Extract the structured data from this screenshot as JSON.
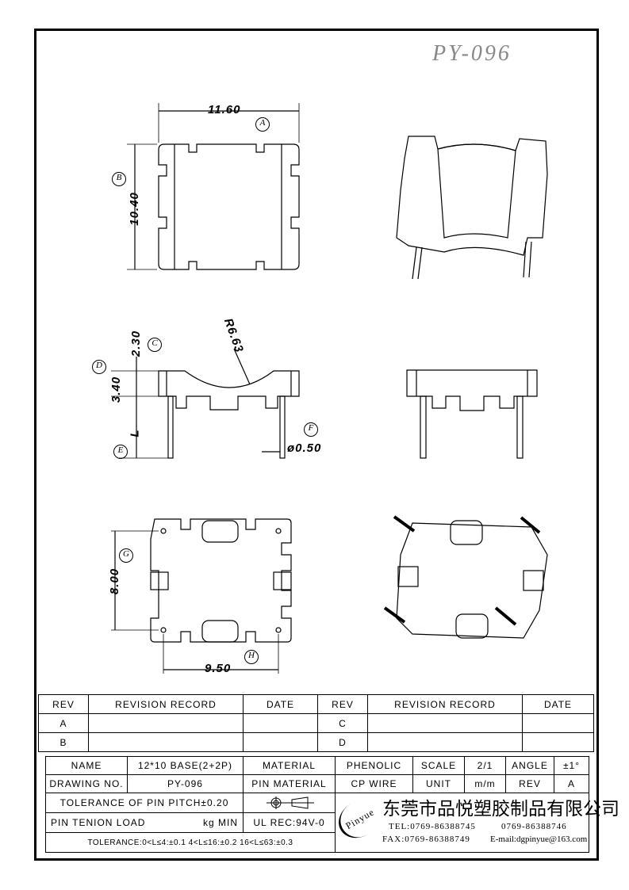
{
  "drawing_title": "PY-096",
  "dimensions": {
    "width": "11.60",
    "height": "10.40",
    "depth_top": "2.30",
    "radius": "R6.63",
    "body_height": "3.40",
    "pin_length": "L",
    "pin_diameter": "ø0.50",
    "pin_pitch_y": "8.00",
    "pin_pitch_x": "9.50"
  },
  "callouts": [
    "A",
    "B",
    "C",
    "D",
    "E",
    "F",
    "G",
    "H"
  ],
  "revision_table": {
    "headers": [
      "REV",
      "REVISION RECORD",
      "DATE",
      "REV",
      "REVISION RECORD",
      "DATE"
    ],
    "rows": [
      [
        "A",
        "",
        "",
        "C",
        "",
        ""
      ],
      [
        "B",
        "",
        "",
        "D",
        "",
        ""
      ]
    ]
  },
  "title_block": {
    "name_label": "NAME",
    "name_value": "12*10 BASE(2+2P)",
    "material_label": "MATERIAL",
    "material_value": "PHENOLIC",
    "scale_label": "SCALE",
    "scale_value": "2/1",
    "angle_label": "ANGLE",
    "angle_value": "±1°",
    "drawing_no_label": "DRAWING NO.",
    "drawing_no_value": "PY-096",
    "pin_material_label": "PIN MATERIAL",
    "pin_material_value": "CP WIRE",
    "unit_label": "UNIT",
    "unit_value": "m/m",
    "rev_label": "REV",
    "rev_value": "A",
    "pin_pitch_tolerance": "TOLERANCE OF PIN PITCH±0.20",
    "pin_tension_label": "PIN TENION LOAD",
    "pin_tension_unit": "kg MIN",
    "ul_rec": "UL REC:94V-0",
    "tolerance": "TOLERANCE:0<L≤4:±0.1  4<L≤16:±0.2  16<L≤63:±0.3"
  },
  "company": {
    "logo_text": "Pinyue",
    "name": "东莞市品悦塑胶制品有限公司",
    "tel": "TEL:0769-86388745",
    "tel2": "0769-86388746",
    "fax": "FAX:0769-86388749",
    "email": "E-mail:dgpinyue@163.com"
  }
}
